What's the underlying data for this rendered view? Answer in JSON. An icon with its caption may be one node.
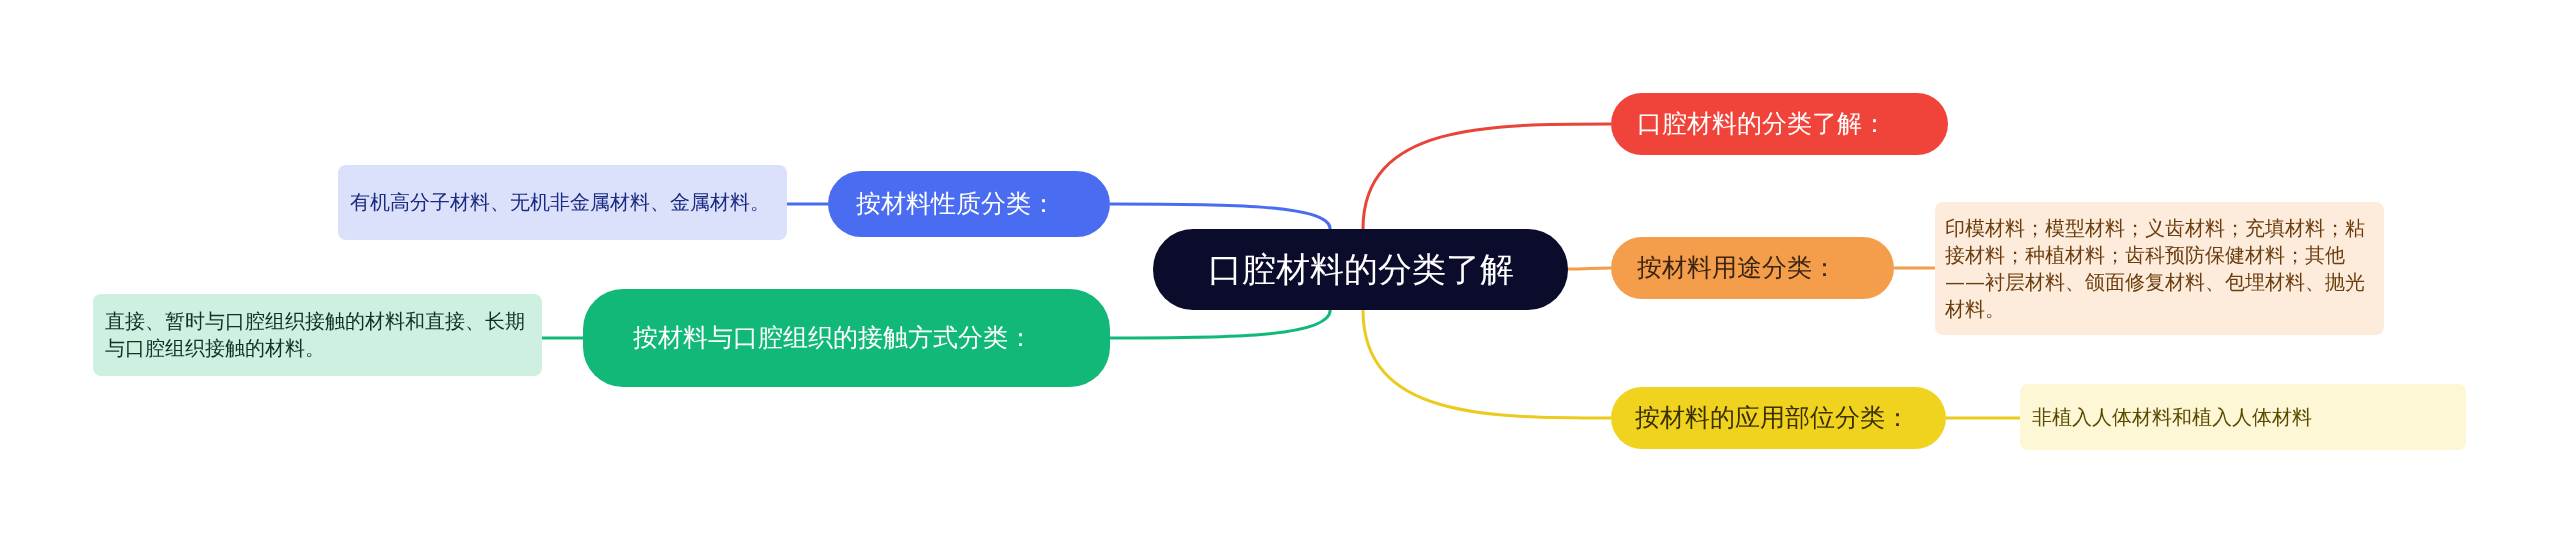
{
  "diagram": {
    "nodes": [
      {
        "text": [
          "口腔材料的分类了解"
        ]
      },
      {
        "text": [
          "口腔材料的分类了解："
        ]
      },
      {
        "text": [
          "按材料用途分类："
        ]
      },
      {
        "text": [
          "印模材料；模型材料；义齿材料；充填材料；粘接材料；种植材料；齿科预防保健材料；其他——衬层材料、颌面修复材料、包埋材料、抛光材料。"
        ]
      },
      {
        "text": [
          "按材料的应用部位分类："
        ]
      },
      {
        "text": [
          "非植入人体材料和植入人体材料"
        ]
      },
      {
        "text": [
          "按材料性质分类："
        ]
      },
      {
        "text": [
          "有机高分子材料、无机非金属材料、金属材料。"
        ]
      },
      {
        "text": [
          "按材料与口腔组织的接触方式分类："
        ]
      },
      {
        "text": [
          "直接、暂时与口腔组织接触的材料和直接、长期与口腔组织接触的材料。"
        ]
      }
    ],
    "edges": [
      {
        "from": 0,
        "to": 1,
        "arrow": "none",
        "color": "#e8443a"
      },
      {
        "from": 0,
        "to": 2,
        "arrow": "none",
        "color": "#f29d4b"
      },
      {
        "from": 2,
        "to": 3,
        "arrow": "none",
        "color": "#f29d4b"
      },
      {
        "from": 0,
        "to": 4,
        "arrow": "none",
        "color": "#eccb1e"
      },
      {
        "from": 4,
        "to": 5,
        "arrow": "none",
        "color": "#eccb1e"
      },
      {
        "from": 0,
        "to": 6,
        "arrow": "none",
        "color": "#4a6cf0"
      },
      {
        "from": 6,
        "to": 7,
        "arrow": "none",
        "color": "#4a6cf0"
      },
      {
        "from": 0,
        "to": 8,
        "arrow": "none",
        "color": "#12b878"
      },
      {
        "from": 8,
        "to": 9,
        "arrow": "none",
        "color": "#12b878"
      }
    ]
  }
}
